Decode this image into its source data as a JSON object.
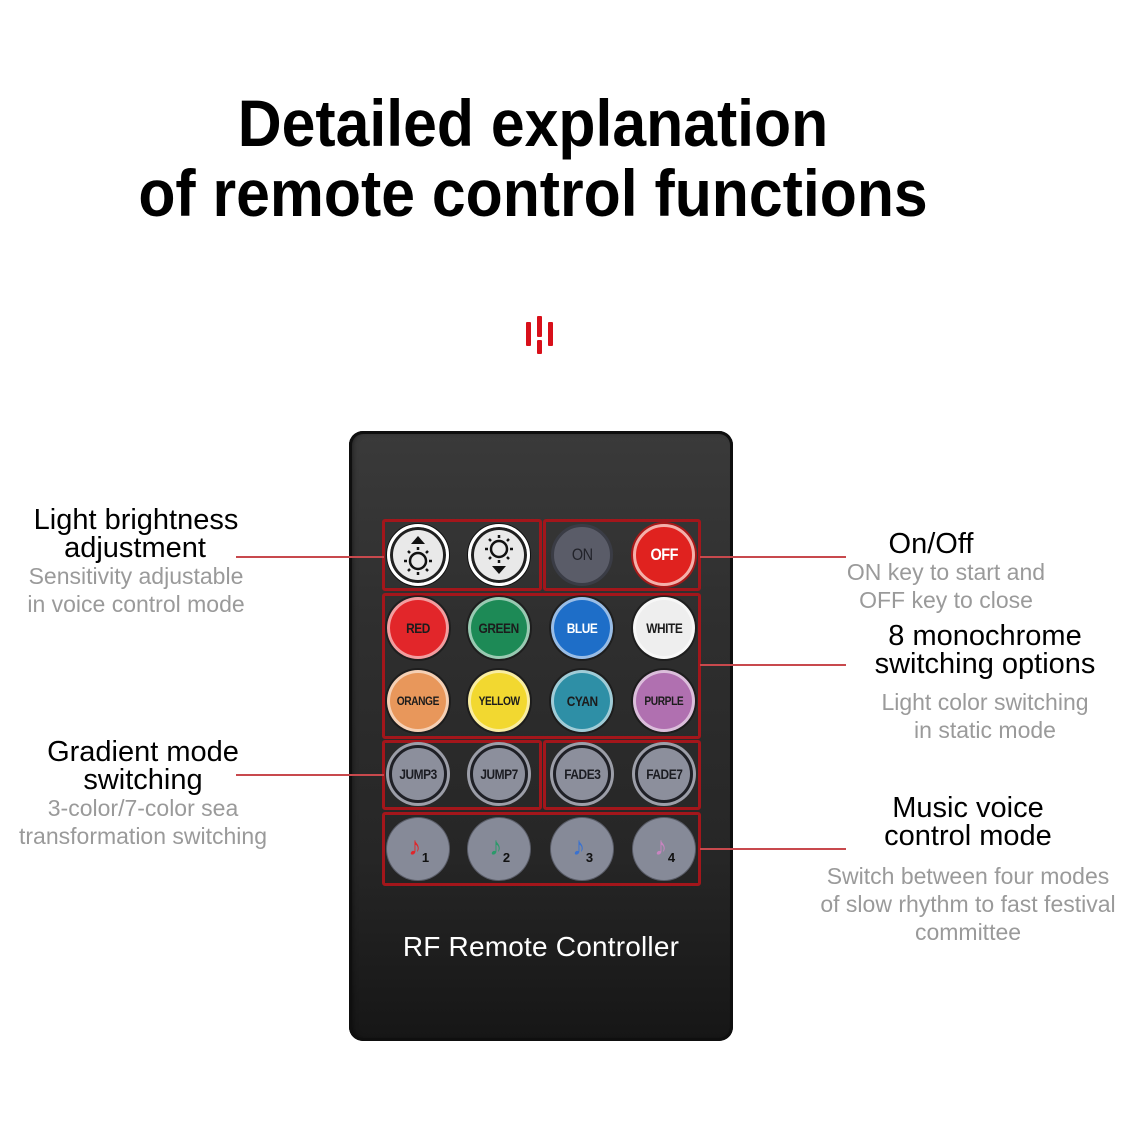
{
  "title": {
    "line1": "Detailed explanation",
    "line2": "of remote control functions"
  },
  "logo": {
    "icon": "brand-bars-icon",
    "color": "#d8101a"
  },
  "remote": {
    "label": "RF Remote Controller",
    "body_color": "#2b2b2b",
    "group_border_color": "#a3161b",
    "rows": [
      [
        {
          "id": "brightness-up",
          "icon": "brightness-up-icon",
          "label": ""
        },
        {
          "id": "brightness-down",
          "icon": "brightness-down-icon",
          "label": ""
        },
        {
          "id": "on",
          "label": "ON",
          "color": "#5a5c68"
        },
        {
          "id": "off",
          "label": "OFF",
          "color": "#e0221f"
        }
      ],
      [
        {
          "id": "red",
          "label": "RED",
          "color": "#e2262a"
        },
        {
          "id": "green",
          "label": "GREEN",
          "color": "#1d8a56"
        },
        {
          "id": "blue",
          "label": "BLUE",
          "color": "#1e6ec8"
        },
        {
          "id": "white",
          "label": "WHITE",
          "color": "#eeeeee"
        }
      ],
      [
        {
          "id": "orange",
          "label": "ORANGE",
          "color": "#e8975b"
        },
        {
          "id": "yellow",
          "label": "YELLOW",
          "color": "#f2d830"
        },
        {
          "id": "cyan",
          "label": "CYAN",
          "color": "#2e8fa6"
        },
        {
          "id": "purple",
          "label": "PURPLE",
          "color": "#b070b0"
        }
      ],
      [
        {
          "id": "jump3",
          "label": "JUMP3"
        },
        {
          "id": "jump7",
          "label": "JUMP7"
        },
        {
          "id": "fade3",
          "label": "FADE3"
        },
        {
          "id": "fade7",
          "label": "FADE7"
        }
      ],
      [
        {
          "id": "music1",
          "icon": "music-note-icon",
          "label": "1",
          "note_color": "#e0262a"
        },
        {
          "id": "music2",
          "icon": "music-note-icon",
          "label": "2",
          "note_color": "#2a9a6a"
        },
        {
          "id": "music3",
          "icon": "music-note-icon",
          "label": "3",
          "note_color": "#3a72d0"
        },
        {
          "id": "music4",
          "icon": "music-note-icon",
          "label": "4",
          "note_color": "#c884c0"
        }
      ]
    ]
  },
  "annotations": {
    "brightness": {
      "heading": [
        "Light brightness",
        "adjustment"
      ],
      "sub": [
        "Sensitivity adjustable",
        "in voice control mode"
      ]
    },
    "onoff": {
      "heading": [
        "On/Off"
      ],
      "sub": [
        "ON key to start and",
        "OFF key to close"
      ]
    },
    "monochrome": {
      "heading": [
        "8 monochrome",
        "switching options"
      ],
      "sub": [
        "Light color switching",
        "in static mode"
      ]
    },
    "gradient": {
      "heading": [
        "Gradient mode",
        "switching"
      ],
      "sub": [
        "3-color/7-color sea",
        "transformation switching"
      ]
    },
    "music": {
      "heading": [
        "Music voice",
        "control mode"
      ],
      "sub": [
        "Switch between four modes",
        "of slow rhythm to fast festival",
        "committee"
      ]
    }
  },
  "leader_color": "#c8494d"
}
